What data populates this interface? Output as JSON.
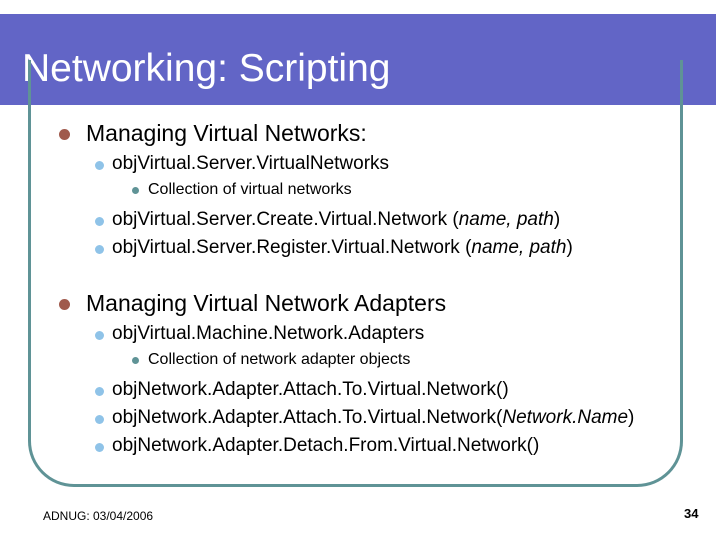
{
  "slide": {
    "title": "Networking: Scripting",
    "banner_color": "#6265c6",
    "frame_color": "#5f9396",
    "bullet_colors": {
      "level1": "#a05a4c",
      "level2": "#8fc3e8",
      "level3": "#5f9396"
    }
  },
  "sections": [
    {
      "heading": "Managing Virtual Networks:",
      "items": [
        {
          "level": 2,
          "text": "objVirtual.Server.VirtualNetworks",
          "sub": [
            {
              "level": 3,
              "text": "Collection of virtual networks"
            }
          ]
        },
        {
          "level": 2,
          "prefix": "objVirtual.Server.Create.Virtual.Network (",
          "italic": "name, path",
          "suffix": ")"
        },
        {
          "level": 2,
          "prefix": "objVirtual.Server.Register.Virtual.Network (",
          "italic": "name, path",
          "suffix": ")"
        }
      ]
    },
    {
      "heading": "Managing Virtual Network Adapters",
      "items": [
        {
          "level": 2,
          "text": "objVirtual.Machine.Network.Adapters",
          "sub": [
            {
              "level": 3,
              "text": "Collection of network adapter objects"
            }
          ]
        },
        {
          "level": 2,
          "prefix": "objNetwork.Adapter.Attach.To.Virtual.Network()",
          "italic": "",
          "suffix": ""
        },
        {
          "level": 2,
          "prefix": "objNetwork.Adapter.Attach.To.Virtual.Network(",
          "italic": "Network.Name",
          "suffix": ")"
        },
        {
          "level": 2,
          "prefix": "objNetwork.Adapter.Detach.From.Virtual.Network()",
          "italic": "",
          "suffix": ""
        }
      ]
    }
  ],
  "footer": {
    "left": "ADNUG: 03/04/2006",
    "page_number": "34"
  }
}
